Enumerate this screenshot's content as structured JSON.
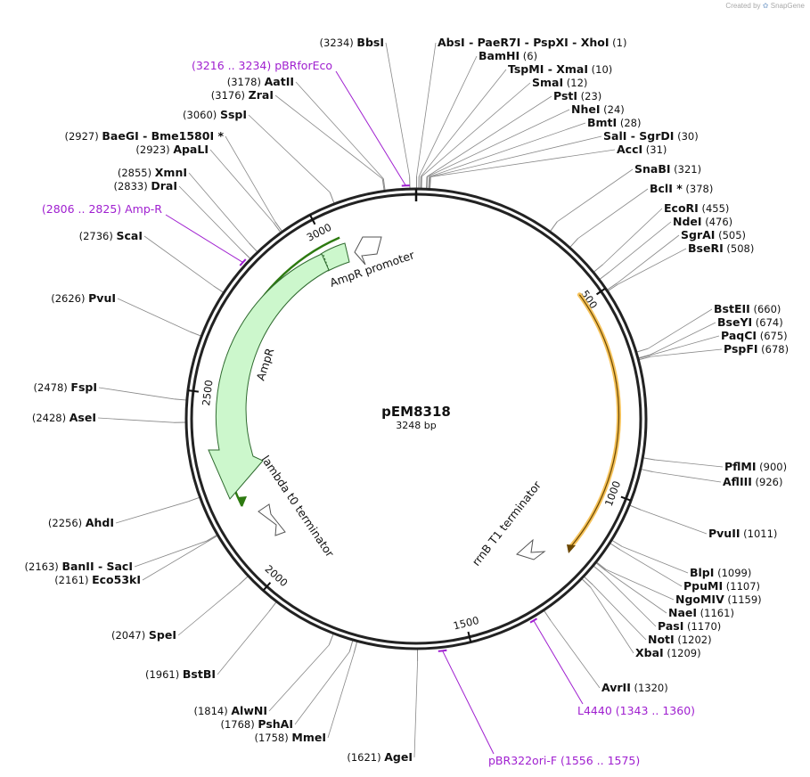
{
  "credit": {
    "created_by": "Created by",
    "brand": "SnapGene"
  },
  "plasmid": {
    "name": "pEM8318",
    "length": 3248,
    "size_label": "3248 bp"
  },
  "ticks": [
    "500",
    "1000",
    "1500",
    "2000",
    "2500",
    "3000"
  ],
  "colors": {
    "backbone": "#222222",
    "site_line": "#888888",
    "primer": "#a020d0",
    "ampr_fill": "#ccf7cc",
    "ampr_stroke": "#2f6a2f",
    "orf_green": "#2d7a10",
    "orf_orange": "#f5c25a",
    "promoter_fill": "#ffffff"
  },
  "sites": [
    {
      "name": "AbsI  - PaeR7I  - PspXI  - XhoI",
      "pos": "(1)",
      "bp": 1
    },
    {
      "name": "BamHI",
      "pos": "(6)",
      "bp": 6
    },
    {
      "name": "TspMI  - XmaI",
      "pos": "(10)",
      "bp": 10
    },
    {
      "name": "SmaI",
      "pos": "(12)",
      "bp": 12
    },
    {
      "name": "PstI",
      "pos": "(23)",
      "bp": 23
    },
    {
      "name": "NheI",
      "pos": "(24)",
      "bp": 24
    },
    {
      "name": "BmtI",
      "pos": "(28)",
      "bp": 28
    },
    {
      "name": "SalI  - SgrDI",
      "pos": "(30)",
      "bp": 30
    },
    {
      "name": "AccI",
      "pos": "(31)",
      "bp": 31
    },
    {
      "name": "SnaBI",
      "pos": "(321)",
      "bp": 321
    },
    {
      "name": "BclI *",
      "pos": "(378)",
      "bp": 378
    },
    {
      "name": "EcoRI",
      "pos": "(455)",
      "bp": 455
    },
    {
      "name": "NdeI",
      "pos": "(476)",
      "bp": 476
    },
    {
      "name": "SgrAI",
      "pos": "(505)",
      "bp": 505
    },
    {
      "name": "BseRI",
      "pos": "(508)",
      "bp": 508
    },
    {
      "name": "BstEII",
      "pos": "(660)",
      "bp": 660
    },
    {
      "name": "BseYI",
      "pos": "(674)",
      "bp": 674
    },
    {
      "name": "PaqCI",
      "pos": "(675)",
      "bp": 675
    },
    {
      "name": "PspFI",
      "pos": "(678)",
      "bp": 678
    },
    {
      "name": "PflMI",
      "pos": "(900)",
      "bp": 900
    },
    {
      "name": "AflIII",
      "pos": "(926)",
      "bp": 926
    },
    {
      "name": "PvuII",
      "pos": "(1011)",
      "bp": 1011
    },
    {
      "name": "BlpI",
      "pos": "(1099)",
      "bp": 1099
    },
    {
      "name": "PpuMI",
      "pos": "(1107)",
      "bp": 1107
    },
    {
      "name": "NgoMIV",
      "pos": "(1159)",
      "bp": 1159
    },
    {
      "name": "NaeI",
      "pos": "(1161)",
      "bp": 1161
    },
    {
      "name": "PasI",
      "pos": "(1170)",
      "bp": 1170
    },
    {
      "name": "NotI",
      "pos": "(1202)",
      "bp": 1202
    },
    {
      "name": "XbaI",
      "pos": "(1209)",
      "bp": 1209
    },
    {
      "name": "AvrII",
      "pos": "(1320)",
      "bp": 1320
    },
    {
      "name": "AgeI",
      "pos": "(1621)",
      "bp": 1621
    },
    {
      "name": "MmeI",
      "pos": "(1758)",
      "bp": 1758
    },
    {
      "name": "PshAI",
      "pos": "(1768)",
      "bp": 1768
    },
    {
      "name": "AlwNI",
      "pos": "(1814)",
      "bp": 1814
    },
    {
      "name": "BstBI",
      "pos": "(1961)",
      "bp": 1961
    },
    {
      "name": "SpeI",
      "pos": "(2047)",
      "bp": 2047
    },
    {
      "name": "Eco53kI",
      "pos": "(2161)",
      "bp": 2161
    },
    {
      "name": "BanII  - SacI",
      "pos": "(2163)",
      "bp": 2163
    },
    {
      "name": "AhdI",
      "pos": "(2256)",
      "bp": 2256
    },
    {
      "name": "AseI",
      "pos": "(2428)",
      "bp": 2428
    },
    {
      "name": "FspI",
      "pos": "(2478)",
      "bp": 2478
    },
    {
      "name": "PvuI",
      "pos": "(2626)",
      "bp": 2626
    },
    {
      "name": "ScaI",
      "pos": "(2736)",
      "bp": 2736
    },
    {
      "name": "DraI",
      "pos": "(2833)",
      "bp": 2833
    },
    {
      "name": "XmnI",
      "pos": "(2855)",
      "bp": 2855
    },
    {
      "name": "ApaLI",
      "pos": "(2923)",
      "bp": 2923
    },
    {
      "name": "BaeGI  - Bme1580I *",
      "pos": "(2927)",
      "bp": 2927
    },
    {
      "name": "SspI",
      "pos": "(3060)",
      "bp": 3060
    },
    {
      "name": "ZraI",
      "pos": "(3176)",
      "bp": 3176
    },
    {
      "name": "AatII",
      "pos": "(3178)",
      "bp": 3178
    },
    {
      "name": "BbsI",
      "pos": "(3234)",
      "bp": 3234
    }
  ],
  "primers": [
    {
      "name": "pBRforEco",
      "range": "(3216 .. 3234)",
      "start": 3216,
      "end": 3234
    },
    {
      "name": "Amp-R",
      "range": "(2806 .. 2825)",
      "start": 2806,
      "end": 2825
    },
    {
      "name": "L4440",
      "range": "(1343 .. 1360)",
      "start": 1343,
      "end": 1360
    },
    {
      "name": "pBR322ori-F",
      "range": "(1556 .. 1575)",
      "start": 1556,
      "end": 1575
    }
  ],
  "features": [
    {
      "name": "AmpR promoter",
      "kind": "promoter"
    },
    {
      "name": "AmpR",
      "kind": "cds"
    },
    {
      "name": "lambda t0 terminator",
      "kind": "terminator"
    },
    {
      "name": "rrnB T1 terminator",
      "kind": "terminator"
    }
  ]
}
